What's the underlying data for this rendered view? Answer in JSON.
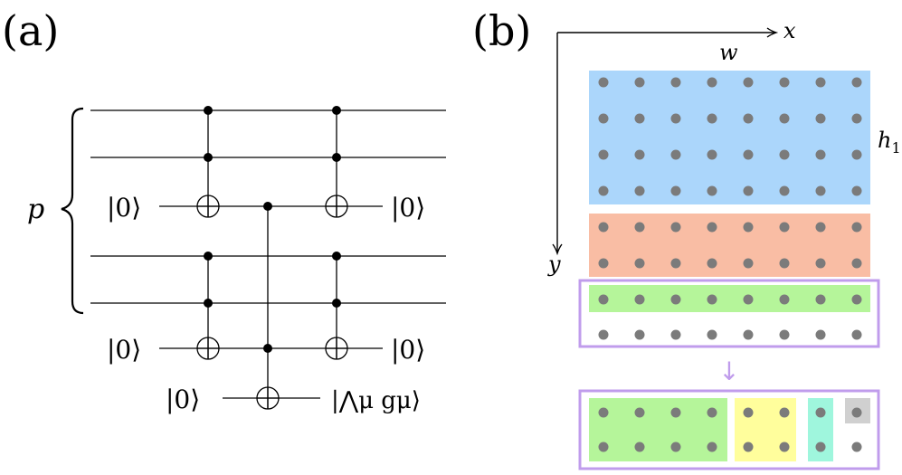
{
  "panel_a": {
    "label": "(a)",
    "brace_label": "p",
    "ket_zero": "|0⟩",
    "ket_and_g": "|⋀μ gμ⟩"
  },
  "panel_b": {
    "label": "(b)",
    "axis_x": "x",
    "axis_y": "y",
    "width_label": "w",
    "height_label": "h1",
    "arrow": "↓",
    "colors": {
      "blue": "#abd6fb",
      "salmon": "#f9bda4",
      "green": "#b5f59a",
      "yellow": "#fffe9c",
      "teal": "#9ff6dd",
      "gray": "#d0d0d0",
      "purple": "#c09cec",
      "dot": "#7b7b7b"
    }
  }
}
